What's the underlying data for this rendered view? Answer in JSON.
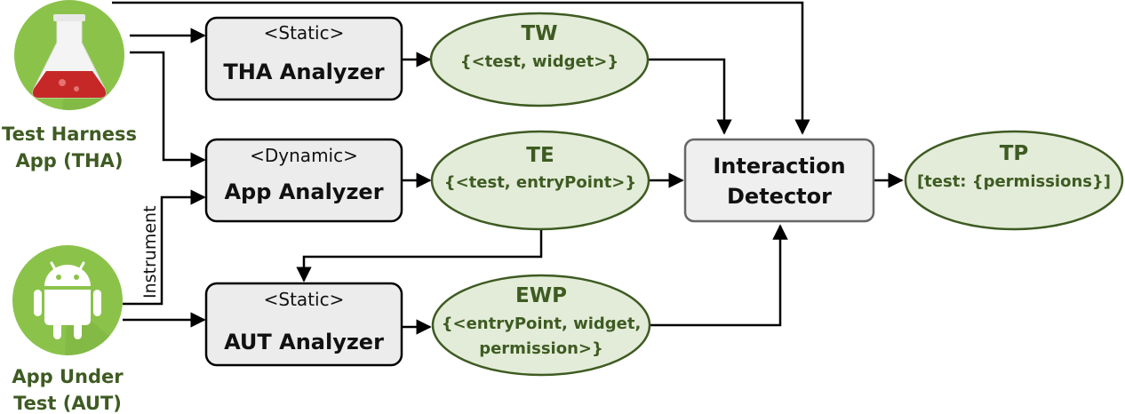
{
  "inputs": {
    "tha_label_line1": "Test Harness",
    "tha_label_line2": "App (THA)",
    "aut_label_line1": "App Under",
    "aut_label_line2": "Test (AUT)",
    "instrument_label": "Instrument"
  },
  "analyzers": {
    "tha": {
      "kind": "<Static>",
      "name": "THA Analyzer"
    },
    "app": {
      "kind": "<Dynamic>",
      "name": "App Analyzer"
    },
    "aut": {
      "kind": "<Static>",
      "name": "AUT Analyzer"
    }
  },
  "artifacts": {
    "tw": {
      "name": "TW",
      "desc": "{<test, widget>}"
    },
    "te": {
      "name": "TE",
      "desc": "{<test, entryPoint>}"
    },
    "ewp": {
      "name": "EWP",
      "desc_line1": "{<entryPoint, widget,",
      "desc_line2": "permission>}"
    },
    "tp": {
      "name": "TP",
      "desc": "[test:  {permissions}]"
    }
  },
  "detector": {
    "line1": "Interaction",
    "line2": "Detector"
  },
  "colors": {
    "ellipse_fill": "#e3ecd8",
    "ellipse_stroke": "#3e5b22",
    "ellipse_text": "#3e5b22",
    "box_fill": "#ececec",
    "box_stroke": "#000000",
    "detector_fill": "#efefef",
    "detector_stroke": "#666666",
    "tha_icon_circle": "#8bc34a",
    "aut_icon_circle": "#8bc34a",
    "flask_liquid": "#c62828"
  },
  "icons": {
    "tha": "flask-icon",
    "aut": "android-icon"
  }
}
